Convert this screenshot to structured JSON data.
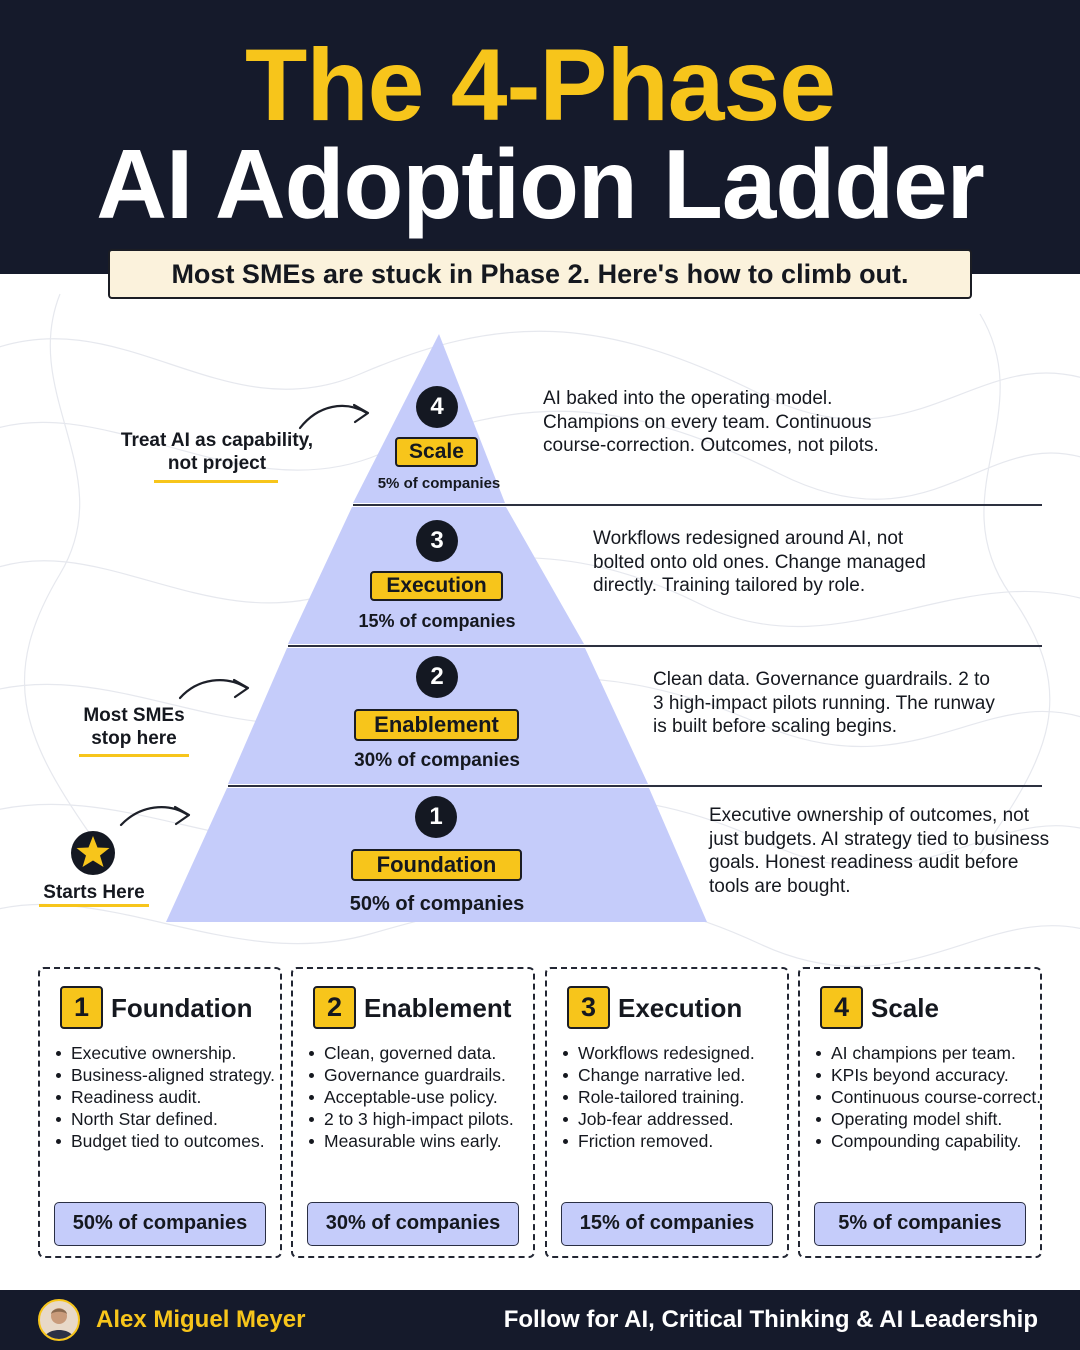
{
  "header": {
    "title_line1": "The 4-Phase",
    "title_line2": "AI Adoption Ladder",
    "subtitle": "Most SMEs are stuck in Phase 2. Here's how to climb out."
  },
  "pyramid": {
    "levels": [
      {
        "number": "4",
        "name": "Scale",
        "share": "5% of companies",
        "description": "AI baked into the operating model. Champions on every team. Continuous course-correction. Outcomes, not pilots."
      },
      {
        "number": "3",
        "name": "Execution",
        "share": "15% of companies",
        "description": "Workflows redesigned around AI, not bolted onto old ones. Change managed directly. Training tailored by role."
      },
      {
        "number": "2",
        "name": "Enablement",
        "share": "30% of companies",
        "description": "Clean data. Governance guardrails. 2 to 3 high-impact pilots running. The runway is built before scaling begins."
      },
      {
        "number": "1",
        "name": "Foundation",
        "share": "50% of companies",
        "description": "Executive ownership of outcomes, not just budgets. AI strategy tied to business goals. Honest readiness audit before tools are bought."
      }
    ],
    "annotations": {
      "top": "Treat AI as capability, not project",
      "middle": "Most SMEs stop here",
      "start": "Starts Here"
    }
  },
  "cards": [
    {
      "number": "1",
      "title": "Foundation",
      "items": [
        "Executive ownership.",
        "Business-aligned strategy.",
        "Readiness audit.",
        "North Star defined.",
        "Budget tied to outcomes."
      ],
      "share": "50% of companies"
    },
    {
      "number": "2",
      "title": "Enablement",
      "items": [
        "Clean, governed data.",
        "Governance guardrails.",
        "Acceptable-use policy.",
        "2 to 3 high-impact pilots.",
        "Measurable wins early."
      ],
      "share": "30% of companies"
    },
    {
      "number": "3",
      "title": "Execution",
      "items": [
        "Workflows redesigned.",
        "Change narrative led.",
        "Role-tailored training.",
        "Job-fear addressed.",
        "Friction removed."
      ],
      "share": "15% of companies"
    },
    {
      "number": "4",
      "title": "Scale",
      "items": [
        "AI champions per team.",
        "KPIs beyond accuracy.",
        "Continuous course-correct.",
        "Operating model shift.",
        "Compounding capability."
      ],
      "share": "5% of companies"
    }
  ],
  "footer": {
    "author": "Alex Miguel Meyer",
    "tagline": "Follow for AI, Critical Thinking & AI Leadership"
  },
  "colors": {
    "navy": "#151a2b",
    "yellow": "#f7c51b",
    "pyramid_fill": "#c5ccfa",
    "cream": "#fbf2dc"
  }
}
